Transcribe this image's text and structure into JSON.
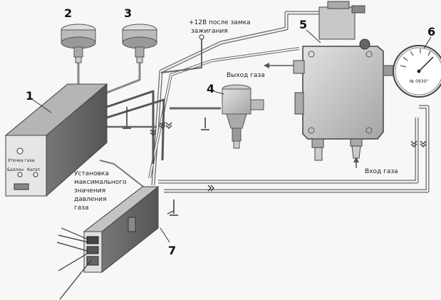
{
  "numbers": {
    "n1": "1",
    "n2": "2",
    "n3": "3",
    "n4": "4",
    "n5": "5",
    "n6": "6",
    "n7": "7"
  },
  "labels": {
    "power_line1": "+12В после замка",
    "power_line2": "зажигания",
    "gas_out": "Выход газа",
    "gas_in": "Вход газа",
    "max_pressure_1": "Установка",
    "max_pressure_2": "максимального",
    "max_pressure_3": "значения",
    "max_pressure_4": "давления",
    "max_pressure_5": "газа"
  },
  "unit1_panel": {
    "title": "Утечка газа",
    "left": "Баллон",
    "right": "Катет"
  },
  "gauge": {
    "text": "№ 0930°"
  }
}
